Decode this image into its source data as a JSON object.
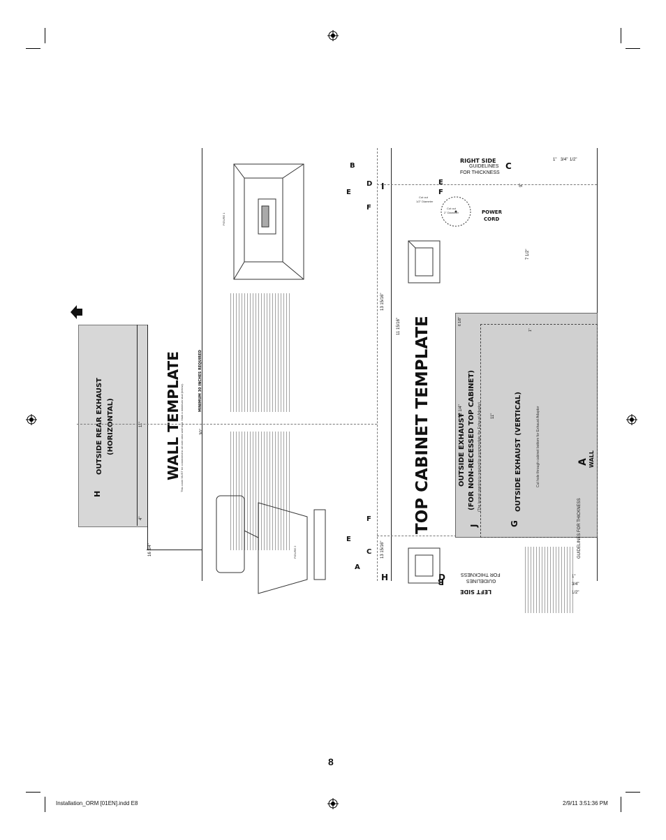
{
  "page_number": "8",
  "footer": {
    "file": "Installation_ORM [01EN].indd   E8",
    "date": "2/9/11   3:51:36 PM"
  },
  "wall": {
    "title": "WALL TEMPLATE",
    "subtitle": "This cover MUST be connected to all over area wall stud. Mark a minimum stud (below).",
    "min_note": "MINIMUM 30 INCHES REQUIRED",
    "exhaust_title": "OUTSIDE REAR EXHAUST",
    "exhaust_sub": "(HORIZONTAL)",
    "letter_h": "H",
    "dim_11": "11\"",
    "dim_4": "4\"",
    "dim_16": "16 3/4\"",
    "dim_30": "30\""
  },
  "top": {
    "title": "TOP CABINET TEMPLATE",
    "exhaust_title": "OUTSIDE EXHAUST",
    "exhaust_sub": "(FOR NON-RECESSED TOP CABINET)",
    "exhaust_note": "(The largest opening is required to accommodate the Exhaust Adaptor)",
    "vertical_title": "OUTSIDE EXHAUST (VERTICAL)",
    "vertical_note": "Cut hole through cabinet bottom for Exhaust Adaptor",
    "letter_j": "J",
    "letter_g": "G",
    "letter_a": "A",
    "wall_label": "WALL",
    "guidelines": "GUIDELINES FOR THICKNESS",
    "right_side": "RIGHT SIDE",
    "right_guidelines": "GUIDELINES",
    "right_for_thickness": "FOR THICKNESS",
    "left_side": "LEFT SIDE",
    "left_guidelines": "GUIDELINES",
    "left_for_thickness": "FOR THICKNESS",
    "power_cord": "POWER",
    "power_cord2": "CORD",
    "letter_c": "C",
    "letter_b": "B",
    "letter_e": "E",
    "letter_f": "F",
    "letter_d": "D",
    "letter_i": "I",
    "letter_h": "H",
    "dim_13_a": "13 15/16\"",
    "dim_13_b": "13 15/16\"",
    "dim_11_a": "11 15/16\"",
    "dim_12": "12 1/4\"",
    "dim_11_b": "11\"",
    "dim_7": "7 1/2\"",
    "dim_9": "9\"",
    "dim_6": "6 1/8\"",
    "dim_1": "1\"",
    "dim_r1": "1\"",
    "dim_r2": "3/4\"",
    "dim_r3": "1/2\"",
    "dim_l1": "1\"",
    "dim_l2": "3/4\"",
    "dim_l3": "1/2\"",
    "cutout_a": "Cut out",
    "cutout_b": "2\" Diameter",
    "cutout_c": "Cut out",
    "cutout_d": "1/2\" Diameter",
    "figure_1": "FIGURE 1",
    "figure_2": "FIGURE 2"
  },
  "wall_letters": {
    "a": "A",
    "c": "C",
    "e": "E",
    "f": "F",
    "b": "B",
    "d": "D",
    "e2": "E",
    "f2": "F"
  }
}
